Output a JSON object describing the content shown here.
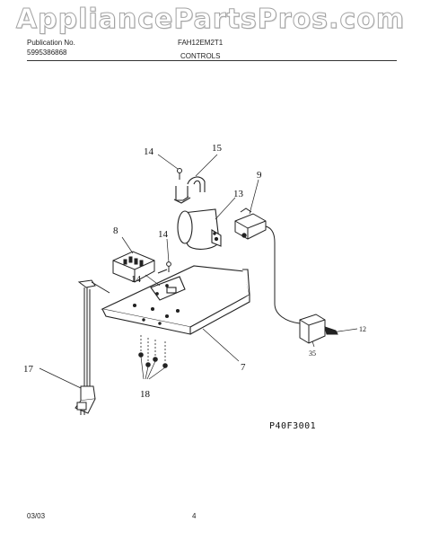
{
  "watermark": "AppliancePartsPros.com",
  "header": {
    "publication_label": "Publication No.",
    "publication_number": "5995386868",
    "model": "FAH12EM2T1",
    "section_title": "CONTROLS"
  },
  "callouts": {
    "c7": "7",
    "c8": "8",
    "c9": "9",
    "c12": "12",
    "c13": "13",
    "c14a": "14",
    "c14b": "14",
    "c14c": "14",
    "c15": "15",
    "c17": "17",
    "c18": "18",
    "c35": "35"
  },
  "figure_code": "P40F3001",
  "footer": {
    "date": "03/03",
    "page_number": "4"
  }
}
